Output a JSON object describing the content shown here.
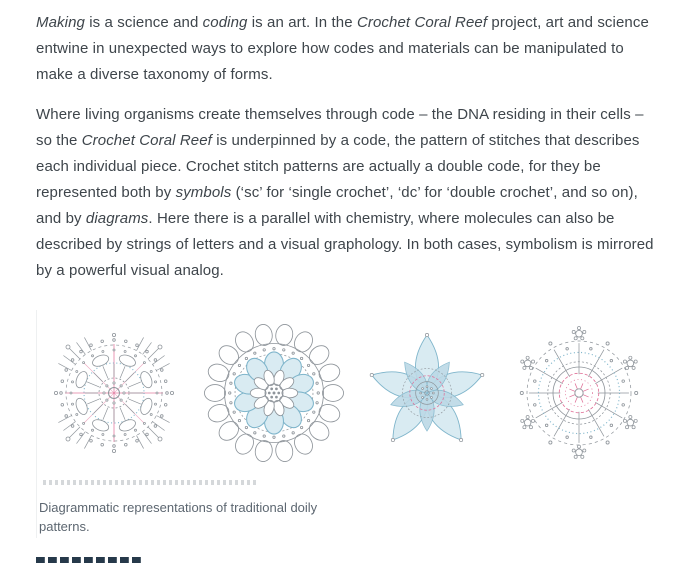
{
  "page": {
    "background": "#ffffff",
    "text_color": "#3e454b"
  },
  "article": {
    "p1": {
      "s1": "Making",
      "s2": " is a science and ",
      "s3": "coding",
      "s4": " is an art. In the ",
      "s5": "Crochet Coral Reef",
      "s6": " project, art and science entwine in unexpected ways to explore how codes and materials can be manipulated to make a diverse taxonomy of forms."
    },
    "p2": {
      "s1": "Where living organisms create themselves through code – the DNA residing in their cells – so the ",
      "s2": "Crochet Coral Reef",
      "s3": " is underpinned by a code, the pattern of stitches that describes each individual piece. Crochet stitch patterns are actually a double code, for they be represented both by ",
      "s4": "symbols",
      "s5": " (‘sc’ for ‘single crochet’, ‘dc’ for ‘double crochet’, and so on), and by ",
      "s6": "diagrams",
      "s7": ". Here there is a parallel with chemistry, where molecules can also be described by strings of letters and a visual graphology. In both cases, symbolism is mirrored by a powerful visual analog."
    }
  },
  "figure": {
    "caption": "Diagrammatic representations of traditional doily patterns.",
    "diagrams": [
      "square-doily",
      "round-flower-doily",
      "five-point-star-doily",
      "snowflake-doily"
    ],
    "colors": {
      "line": "#8f959b",
      "blue": "#7fb5cb",
      "blue_fill": "#d9ebf2",
      "pink": "#e06e96"
    }
  }
}
